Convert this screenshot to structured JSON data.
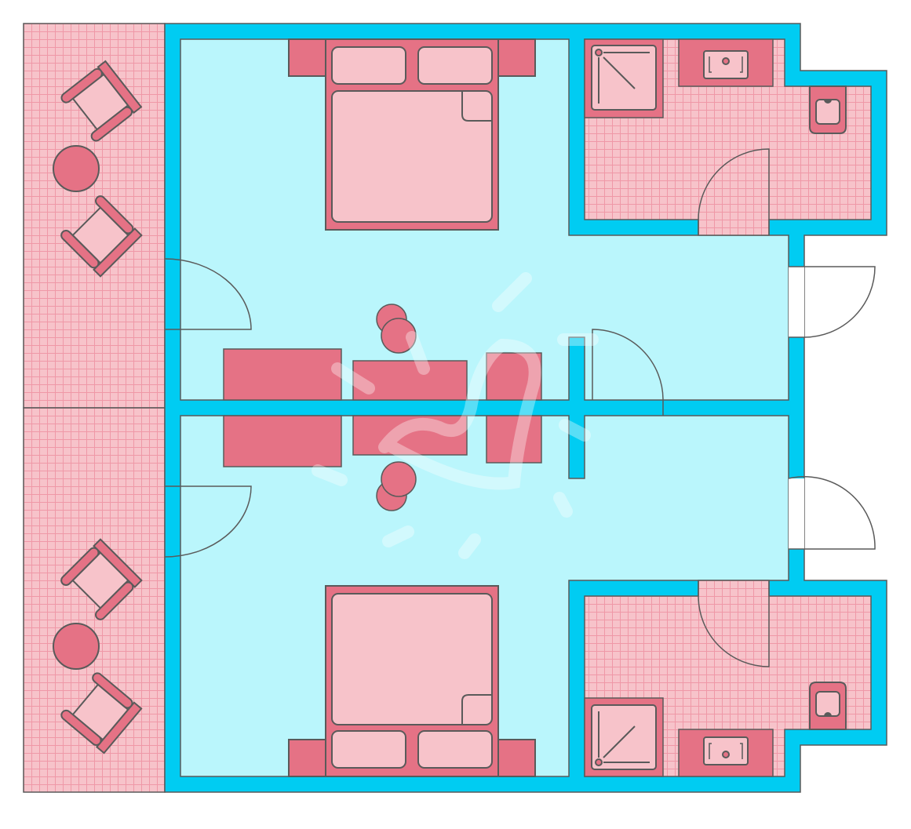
{
  "plan": {
    "colors": {
      "wall": "#00ccf2",
      "floor": "#baf6fc",
      "tile": "#f7c3ca",
      "tile_grid": "#ec8a9b",
      "furniture": "#e57285",
      "furniture_light": "#f7c3ca",
      "outline": "#5a5a5a"
    },
    "rooms": [
      "balcony-top",
      "balcony-bottom",
      "bedroom-top",
      "bedroom-bottom",
      "bathroom-top",
      "bathroom-bottom"
    ],
    "icons": [
      "double-bed-icon",
      "armchair-icon",
      "round-table-icon",
      "desk-icon",
      "stool-icon",
      "shower-icon",
      "sink-icon",
      "toilet-icon",
      "door-icon"
    ]
  }
}
